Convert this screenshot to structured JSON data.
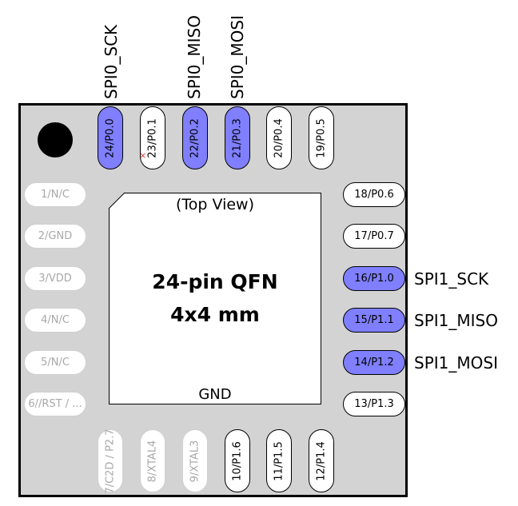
{
  "package": {
    "view_label": "(Top View)",
    "title": "24-pin QFN",
    "size": "4x4 mm",
    "center_label": "GND"
  },
  "colors": {
    "spi_pin": "#7f7fff",
    "package": "#d3d3d3",
    "faded_text": "#a8a8a8"
  },
  "pins_left": [
    "1/N/C",
    "2/GND",
    "3/VDD",
    "4/N/C",
    "5/N/C",
    "6//RST / ..."
  ],
  "pins_right": [
    "18/P0.6",
    "17/P0.7",
    "16/P1.0",
    "15/P1.1",
    "14/P1.2",
    "13/P1.3"
  ],
  "pins_top": [
    "24/P0.0",
    "23/P0.1",
    "22/P0.2",
    "21/P0.3",
    "20/P0.4",
    "19/P0.5"
  ],
  "pins_bottom": [
    "7/C2D / P2.7",
    "8/XTAL4",
    "9/XTAL3",
    "10/P1.6",
    "11/P1.5",
    "12/P1.4"
  ],
  "signals_top": [
    "SPI0_SCK",
    "SPI0_MISO",
    "SPI0_MOSI"
  ],
  "signals_right": [
    "SPI1_SCK",
    "SPI1_MISO",
    "SPI1_MOSI"
  ]
}
